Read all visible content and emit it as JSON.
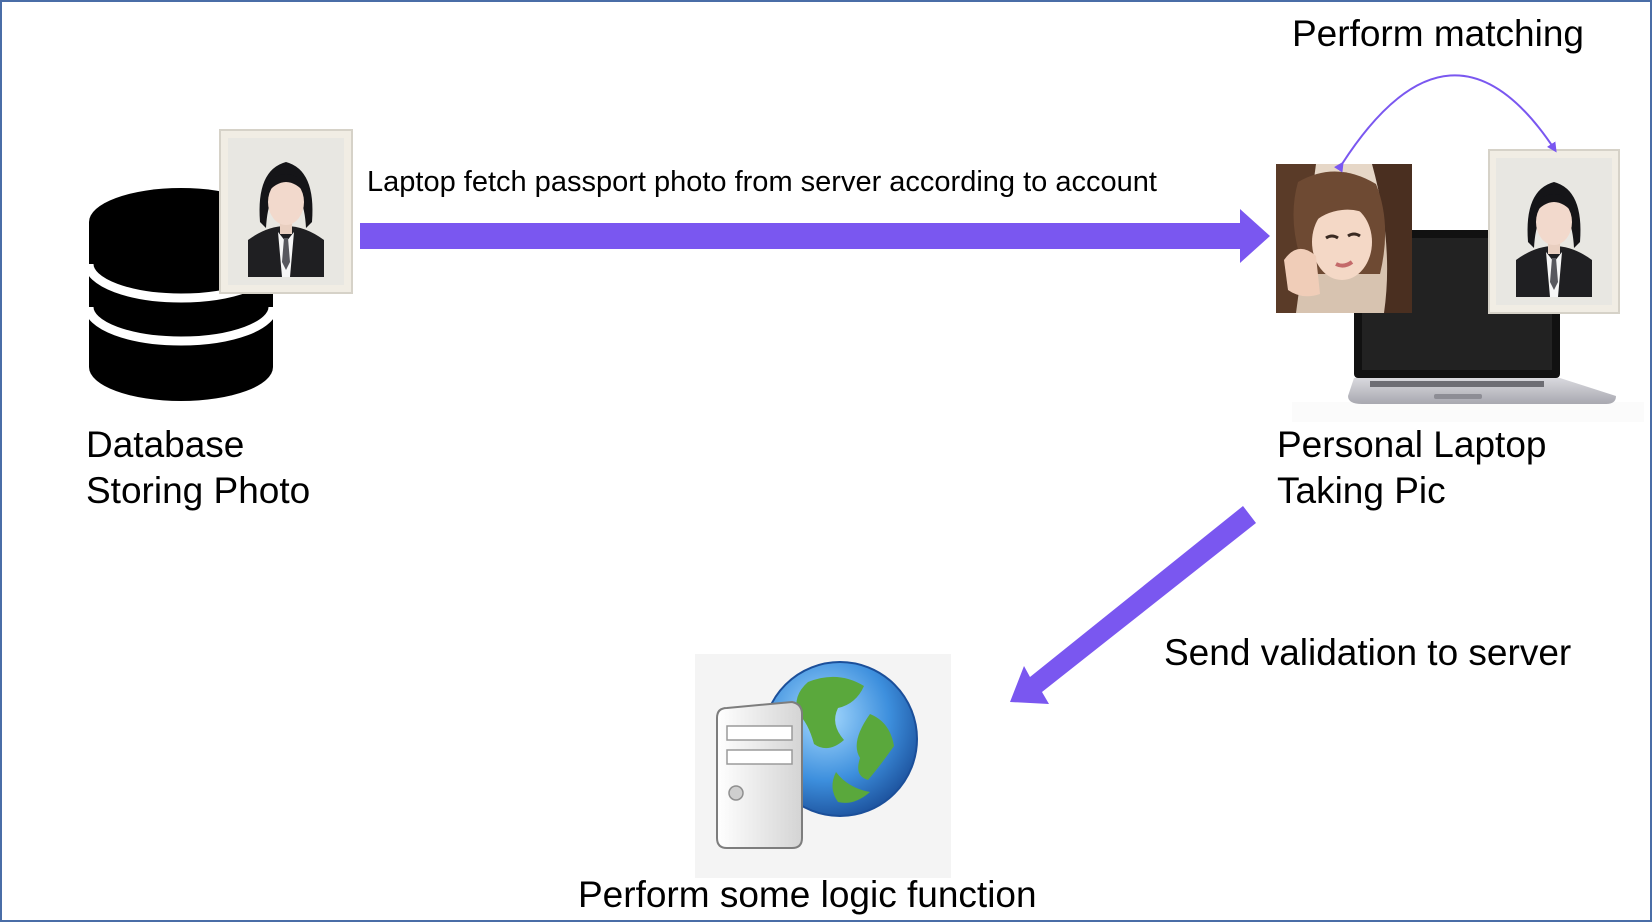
{
  "nodes": {
    "database": {
      "line1": "Database",
      "line2": "Storing Photo",
      "icon": "database-icon"
    },
    "laptop": {
      "line1": "Personal Laptop",
      "line2": "Taking Pic",
      "icon": "laptop-icon"
    },
    "server": {
      "label": "Perform some logic function",
      "icon": "server-globe-icon"
    }
  },
  "edges": {
    "fetch": {
      "label": "Laptop fetch passport photo from server according to account"
    },
    "matching": {
      "label": "Perform matching"
    },
    "validation": {
      "label": "Send validation to server"
    }
  },
  "colors": {
    "arrow": "#7a57f0",
    "frame_border": "#4a6da7",
    "database": "#000000"
  }
}
